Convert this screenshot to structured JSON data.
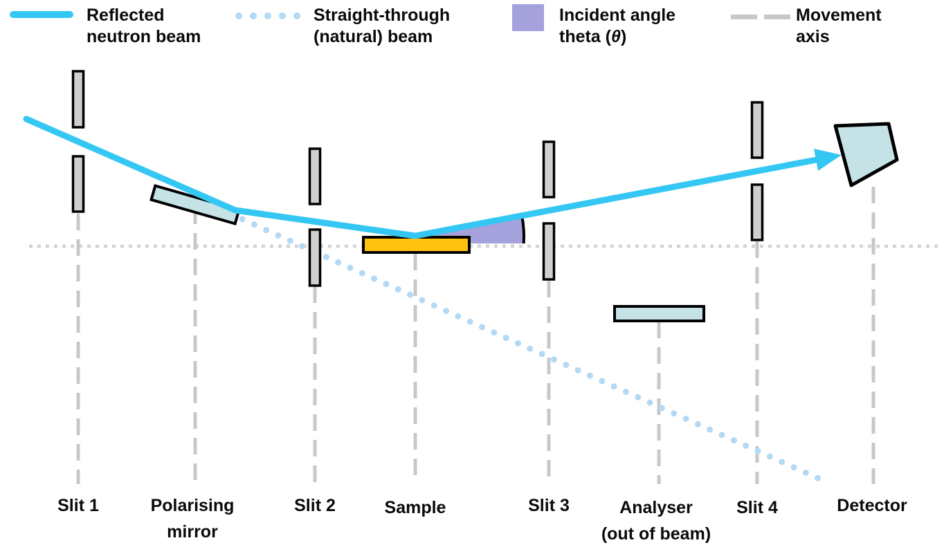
{
  "legend": {
    "items": [
      {
        "id": "reflected-beam",
        "line1": "Reflected",
        "line2": "neutron beam"
      },
      {
        "id": "straight-beam",
        "line1": "Straight-through",
        "line2": "(natural) beam"
      },
      {
        "id": "incident-angle",
        "line1": "Incident angle",
        "line2_pre": "theta (",
        "theta": "θ",
        "line2_post": ")"
      },
      {
        "id": "movement-axis",
        "line1": "Movement",
        "line2": "axis"
      }
    ]
  },
  "labels": [
    {
      "id": "slit-1",
      "line1": "Slit 1",
      "line2": ""
    },
    {
      "id": "polarising-mirror",
      "line1": "Polarising",
      "line2": "mirror"
    },
    {
      "id": "slit-2",
      "line1": "Slit 2",
      "line2": ""
    },
    {
      "id": "sample",
      "line1": "Sample",
      "line2": ""
    },
    {
      "id": "slit-3",
      "line1": "Slit 3",
      "line2": ""
    },
    {
      "id": "analyser",
      "line1": "Analyser",
      "line2": "(out of beam)"
    },
    {
      "id": "slit-4",
      "line1": "Slit 4",
      "line2": ""
    },
    {
      "id": "detector",
      "line1": "Detector",
      "line2": ""
    }
  ],
  "colors": {
    "reflected_beam": "#35C7F3",
    "straight_beam": "#B3D9F5",
    "theta_fill": "#A5A1DC",
    "movement_axis": "#C8C8C8",
    "beam_axis": "#D4D4D4",
    "slit_fill": "#CFCFCF",
    "optic_fill": "#C5E3E6",
    "sample_fill": "#FFC20E",
    "outline": "#000000"
  }
}
